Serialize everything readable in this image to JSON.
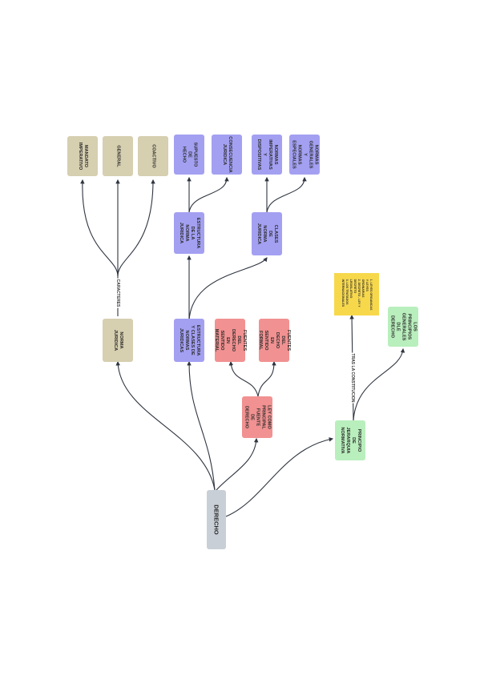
{
  "colors": {
    "gray": "#c8cfd6",
    "beige": "#d6cfb0",
    "purple": "#a3a0f2",
    "red": "#f19191",
    "green": "#b9efbd",
    "yellow": "#f7d84b",
    "edge": "#2f3540"
  },
  "nodes": {
    "derecho": "DERECHO",
    "norma_juridica": "NORMA\nJURIDICA",
    "mandato_imperativo": "MANDATO\nIMPERATIVO",
    "general": "GENERAL",
    "coactivo": "COACTIVO",
    "estructura_clases": "ESTRUCTURA\nY CLASES DE\nNORMAS\nJURIDICAS",
    "estructura_norma": "ESTRUCTURA\nDE LA\nNORMA\nJURIDICA",
    "supuesto_hecho": "SUPUESTO DE\nHECHO",
    "consecuencia": "CONSECUENCIA\nJURIDICA",
    "clases_norma": "CLASES DE\nNORMA\nJURIDICA",
    "imperativas": "NORMAS\nIMPERATIVAS Y\nDISPOSITIVAS",
    "generales_especiales": "NORMAS\nGENERALES Y\nNORMAS\nESPECIALES",
    "fuentes_material": "FUENTES DEL\nDERECHO EN\nSENTIDO\nMATERIAL",
    "fuentes_formal": "FUENTES DEL\nDECHO EN\nSENTIDO\nFORMAL",
    "ley_fuente": "LEY COMO\nPRINCIPAL\nFUENTE DE\nDERECHO",
    "principio_jerarquia": "PRINCIPIO DE\nJERARQUIA\nNORMATIVA",
    "principios_generales": "LOS\nPRINCIPIOS\nGENERALES\nDLE DERECHO"
  },
  "edge_labels": {
    "caracteres": "CARACTERES",
    "tras_constitucion": "TRAS LA CONSTITUCION"
  },
  "note": {
    "lines": [
      "1.   LEYES ORGANICAS",
      "      Y LEYES",
      "      ORDINARIAS",
      "2.   DECRETO - LEY Y",
      "      DECRETO",
      "      LEGISLATIVO",
      "3.   LOS TRATADOS",
      "      INTERNACIONALES"
    ]
  }
}
